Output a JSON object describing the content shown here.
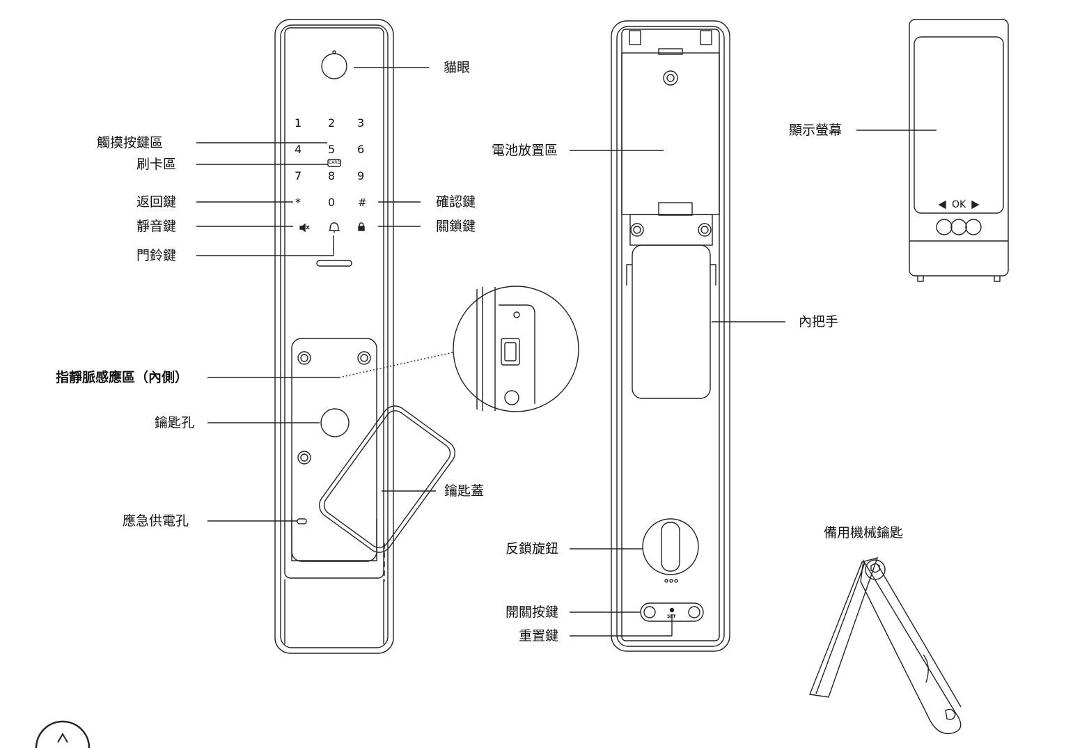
{
  "front_labels": {
    "peephole": "貓眼",
    "touch_keypad": "觸摸按鍵區",
    "card_area": "刷卡區",
    "back_key": "返回鍵",
    "confirm_key": "確認鍵",
    "mute_key": "靜音鍵",
    "lock_key": "關鎖鍵",
    "doorbell_key": "門鈴鍵",
    "finger_vein": "指靜脈感應區（內側）",
    "keyhole": "鑰匙孔",
    "key_cover": "鑰匙蓋",
    "emergency_power": "應急供電孔"
  },
  "back_labels": {
    "battery_area": "電池放置區",
    "inner_handle": "內把手",
    "anti_lock_knob": "反鎖旋鈕",
    "switch_key": "開關按鍵",
    "reset_key": "重置鍵"
  },
  "screen_labels": {
    "display": "顯示螢幕",
    "ok_text": "OK"
  },
  "spare_key": {
    "title": "備用機械鑰匙"
  },
  "keypad": {
    "rows": [
      [
        "1",
        "2",
        "3"
      ],
      [
        "4",
        "5",
        "6"
      ],
      [
        "7",
        "8",
        "9"
      ],
      [
        "*",
        "0",
        "#"
      ]
    ],
    "card_mark": "CARD",
    "set_mark": "SET"
  }
}
